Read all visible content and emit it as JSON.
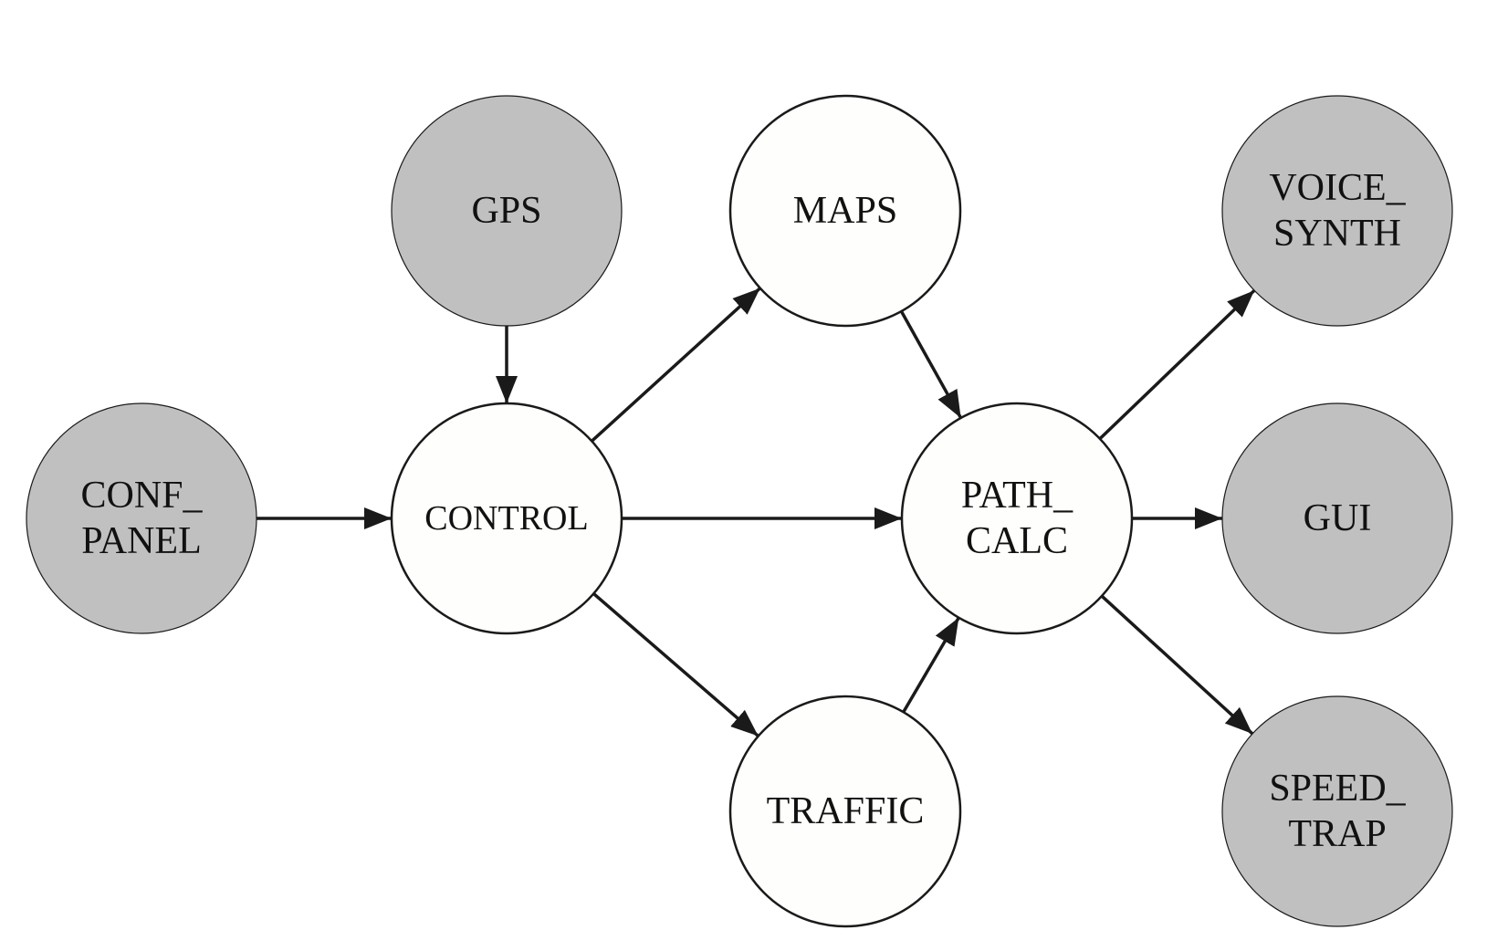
{
  "nodes": [
    {
      "id": "gps",
      "lines": [
        "GPS"
      ],
      "shaded": true
    },
    {
      "id": "conf-panel",
      "lines": [
        "CONF_",
        "PANEL"
      ],
      "shaded": true
    },
    {
      "id": "control",
      "lines": [
        "CONTROL"
      ],
      "shaded": false
    },
    {
      "id": "maps",
      "lines": [
        "MAPS"
      ],
      "shaded": false
    },
    {
      "id": "traffic",
      "lines": [
        "TRAFFIC"
      ],
      "shaded": false
    },
    {
      "id": "path-calc",
      "lines": [
        "PATH_",
        "CALC"
      ],
      "shaded": false
    },
    {
      "id": "voice-synth",
      "lines": [
        "VOICE_",
        "SYNTH"
      ],
      "shaded": true
    },
    {
      "id": "gui",
      "lines": [
        "GUI"
      ],
      "shaded": true
    },
    {
      "id": "speed-trap",
      "lines": [
        "SPEED_",
        "TRAP"
      ],
      "shaded": true
    }
  ],
  "edges": [
    {
      "from": "gps",
      "to": "control"
    },
    {
      "from": "conf-panel",
      "to": "control"
    },
    {
      "from": "control",
      "to": "maps"
    },
    {
      "from": "control",
      "to": "path-calc"
    },
    {
      "from": "control",
      "to": "traffic"
    },
    {
      "from": "maps",
      "to": "path-calc"
    },
    {
      "from": "traffic",
      "to": "path-calc"
    },
    {
      "from": "path-calc",
      "to": "voice-synth"
    },
    {
      "from": "path-calc",
      "to": "gui"
    },
    {
      "from": "path-calc",
      "to": "speed-trap"
    }
  ],
  "colors": {
    "shaded_fill": "#c0c0c0",
    "plain_fill": "#fefefc",
    "stroke": "#1a1a1a"
  }
}
